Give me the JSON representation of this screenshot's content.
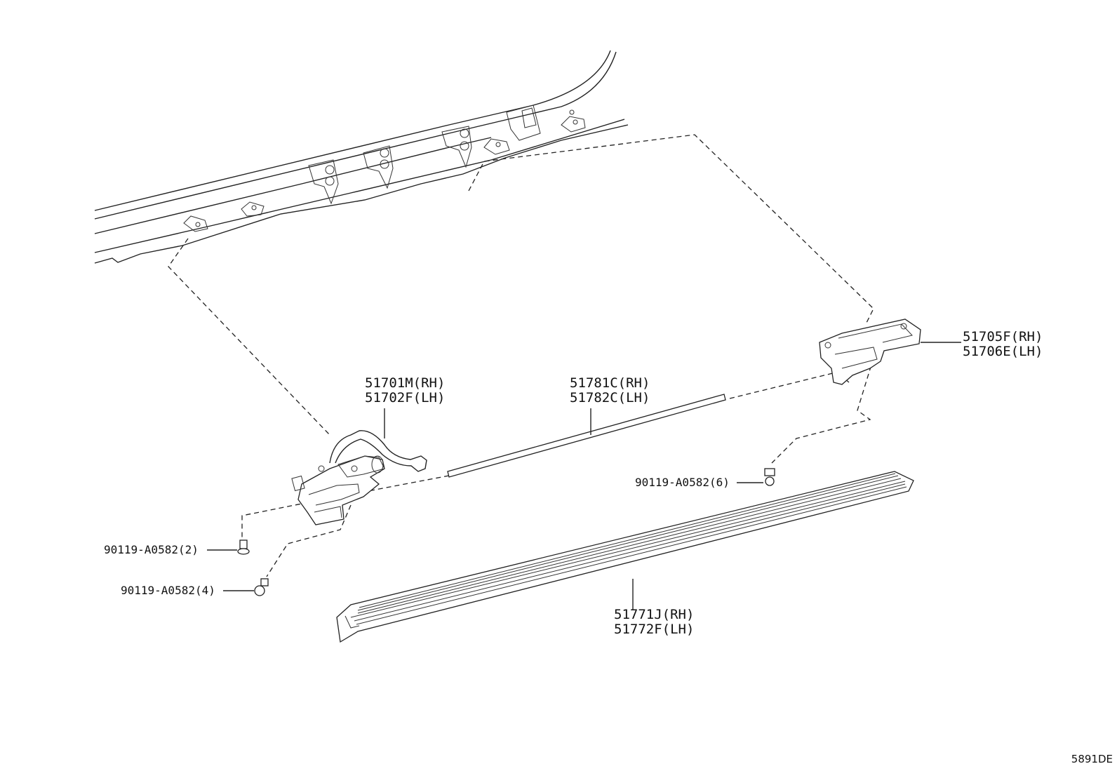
{
  "labels": {
    "motor": {
      "line1": "51701M(RH)",
      "line2": "51702F(LH)"
    },
    "rod": {
      "line1": "51781C(RH)",
      "line2": "51782C(LH)"
    },
    "bracket": {
      "line1": "51705F(RH)",
      "line2": "51706E(LH)"
    },
    "step": {
      "line1": "51771J(RH)",
      "line2": "51772F(LH)"
    },
    "bolt_6": "90119-A0582(6)",
    "bolt_2": "90119-A0582(2)",
    "bolt_4": "90119-A0582(4)"
  },
  "diagram_code": "5891DE"
}
